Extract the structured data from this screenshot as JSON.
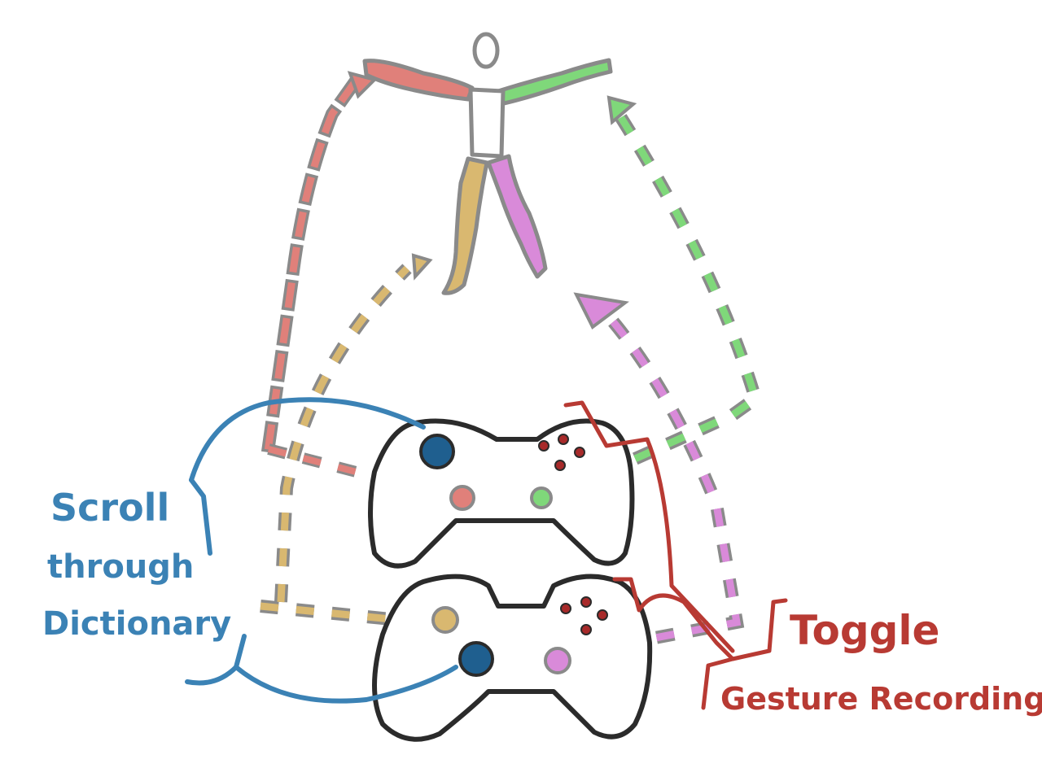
{
  "labels": {
    "scroll_line1": "Scroll",
    "scroll_line2": "through",
    "scroll_line3": "Dictionary",
    "toggle_line1": "Toggle",
    "toggle_line2": "Gesture Recording"
  },
  "colors": {
    "outline": "#2b2b2b",
    "left_arm": "#e0807a",
    "right_arm": "#7fd87a",
    "left_leg": "#d9b870",
    "right_leg": "#d98ad9",
    "stick": "#1f5f8f",
    "face_button": "#a82a2a",
    "scroll_annotation": "#3b82b5",
    "toggle_annotation": "#b83a33"
  },
  "icons": {
    "figure": "stick-figure-icon",
    "controller_top": "gamepad-icon",
    "controller_bottom": "gamepad-icon"
  }
}
